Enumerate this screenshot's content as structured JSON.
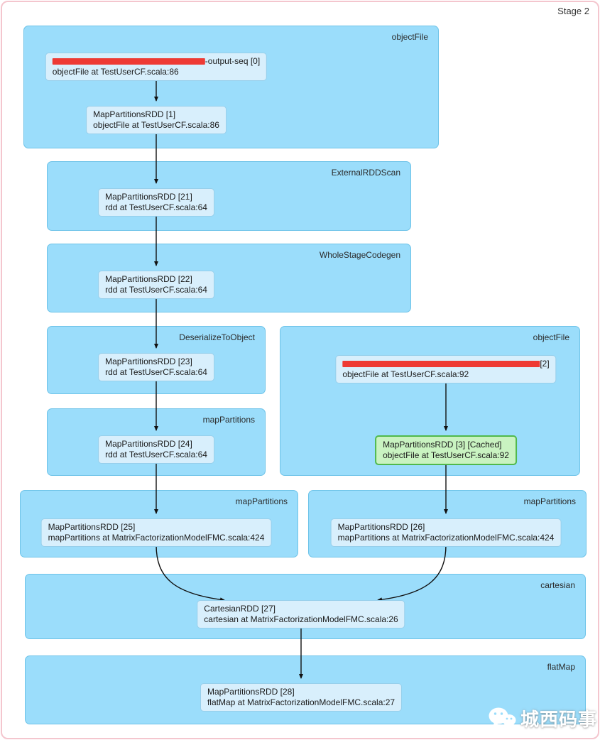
{
  "stage": {
    "title": "Stage 2"
  },
  "clusters": [
    {
      "label": "objectFile"
    },
    {
      "label": "ExternalRDDScan"
    },
    {
      "label": "WholeStageCodegen"
    },
    {
      "label": "DeserializeToObject"
    },
    {
      "label": "mapPartitions"
    },
    {
      "label": "objectFile"
    },
    {
      "label": "mapPartitions"
    },
    {
      "label": "mapPartitions"
    },
    {
      "label": "cartesian"
    },
    {
      "label": "flatMap"
    }
  ],
  "nodes": [
    {
      "id": "rdd-0",
      "redacted": true,
      "line1_suffix": "-output-seq [0]",
      "line2": "objectFile at TestUserCF.scala:86"
    },
    {
      "id": "rdd-1",
      "line1": "MapPartitionsRDD [1]",
      "line2": "objectFile at TestUserCF.scala:86"
    },
    {
      "id": "rdd-21",
      "line1": "MapPartitionsRDD [21]",
      "line2": "rdd at TestUserCF.scala:64"
    },
    {
      "id": "rdd-22",
      "line1": "MapPartitionsRDD [22]",
      "line2": "rdd at TestUserCF.scala:64"
    },
    {
      "id": "rdd-23",
      "line1": "MapPartitionsRDD [23]",
      "line2": "rdd at TestUserCF.scala:64"
    },
    {
      "id": "rdd-24",
      "line1": "MapPartitionsRDD [24]",
      "line2": "rdd at TestUserCF.scala:64"
    },
    {
      "id": "rdd-2",
      "redacted": true,
      "line1_suffix": " [2]",
      "line2": "objectFile at TestUserCF.scala:92"
    },
    {
      "id": "rdd-3",
      "cached": true,
      "line1": "MapPartitionsRDD [3] [Cached]",
      "line2": "objectFile at TestUserCF.scala:92"
    },
    {
      "id": "rdd-25",
      "line1": "MapPartitionsRDD [25]",
      "line2": "mapPartitions at MatrixFactorizationModelFMC.scala:424"
    },
    {
      "id": "rdd-26",
      "line1": "MapPartitionsRDD [26]",
      "line2": "mapPartitions at MatrixFactorizationModelFMC.scala:424"
    },
    {
      "id": "rdd-27",
      "line1": "CartesianRDD [27]",
      "line2": "cartesian at MatrixFactorizationModelFMC.scala:26"
    },
    {
      "id": "rdd-28",
      "line1": "MapPartitionsRDD [28]",
      "line2": "flatMap at MatrixFactorizationModelFMC.scala:27"
    }
  ],
  "watermark": {
    "text": "城西码事",
    "icon": "wechat-icon"
  },
  "colors": {
    "cluster_fill": "#9bddfb",
    "cluster_border": "#6ec3e8",
    "node_fill": "#d8effc",
    "node_border": "#97cfeb",
    "cached_fill": "#c9f3c1",
    "cached_border": "#50b94c",
    "redaction": "#ee3a34",
    "frame_pink": "#f4c6ce",
    "edge": "#111111"
  }
}
